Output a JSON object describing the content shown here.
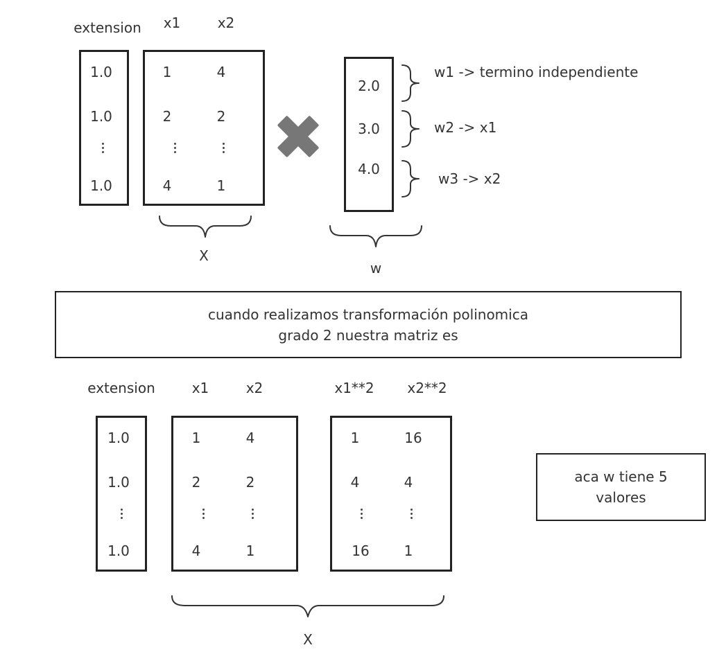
{
  "top": {
    "headers": {
      "extension": "extension",
      "x1": "x1",
      "x2": "x2"
    },
    "ext_col": [
      "1.0",
      "1.0",
      "1.0"
    ],
    "x_matrix": [
      [
        "1",
        "4"
      ],
      [
        "2",
        "2"
      ],
      [
        "4",
        "1"
      ]
    ],
    "x_label": "X",
    "w_col": [
      "2.0",
      "3.0",
      "4.0"
    ],
    "w_label": "w",
    "w_notes": [
      "w1 -> termino independiente",
      "w2 -> x1",
      "w3 -> x2"
    ],
    "operator_icon": "multiply-icon",
    "operator_color": "#777777"
  },
  "banner": {
    "line1": "cuando realizamos transformación polinomica",
    "line2": "grado 2 nuestra matriz es"
  },
  "bottom": {
    "headers": {
      "extension": "extension",
      "x1": "x1",
      "x2": "x2",
      "x1sq": "x1**2",
      "x2sq": "x2**2"
    },
    "ext_col": [
      "1.0",
      "1.0",
      "1.0"
    ],
    "x_matrix": [
      [
        "1",
        "4"
      ],
      [
        "2",
        "2"
      ],
      [
        "4",
        "1"
      ]
    ],
    "sq_matrix": [
      [
        "1",
        "16"
      ],
      [
        "4",
        "4"
      ],
      [
        "16",
        "1"
      ]
    ],
    "x_label": "X",
    "note": {
      "line1": "aca w tiene 5",
      "line2": "valores"
    }
  }
}
